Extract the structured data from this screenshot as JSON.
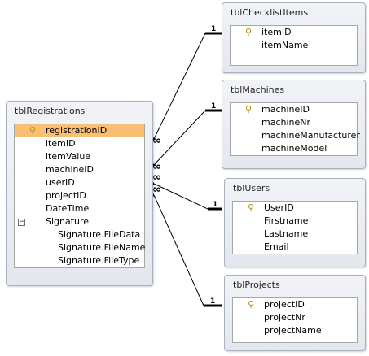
{
  "tables": {
    "registrations": {
      "title": "tblRegistrations",
      "fields": [
        "registrationID",
        "itemID",
        "itemValue",
        "machineID",
        "userID",
        "projectID",
        "DateTime",
        "Signature"
      ],
      "signature_subfields": [
        "Signature.FileData",
        "Signature.FileName",
        "Signature.FileType"
      ]
    },
    "checklist_items": {
      "title": "tblChecklistItems",
      "fields": [
        "itemID",
        "itemName"
      ]
    },
    "machines": {
      "title": "tblMachines",
      "fields": [
        "machineID",
        "machineNr",
        "machineManufacturer",
        "machineModel"
      ]
    },
    "users": {
      "title": "tblUsers",
      "fields": [
        "UserID",
        "Firstname",
        "Lastname",
        "Email"
      ]
    },
    "projects": {
      "title": "tblProjects",
      "fields": [
        "projectID",
        "projectNr",
        "projectName"
      ]
    }
  },
  "relationship": {
    "one_label": "1",
    "many_label": "∞"
  },
  "icons": {
    "primary_key": "key-icon",
    "expander": "collapse-minus-icon"
  },
  "colors": {
    "selected_row": "#f9bf74",
    "key_icon": "#b58d0c"
  }
}
